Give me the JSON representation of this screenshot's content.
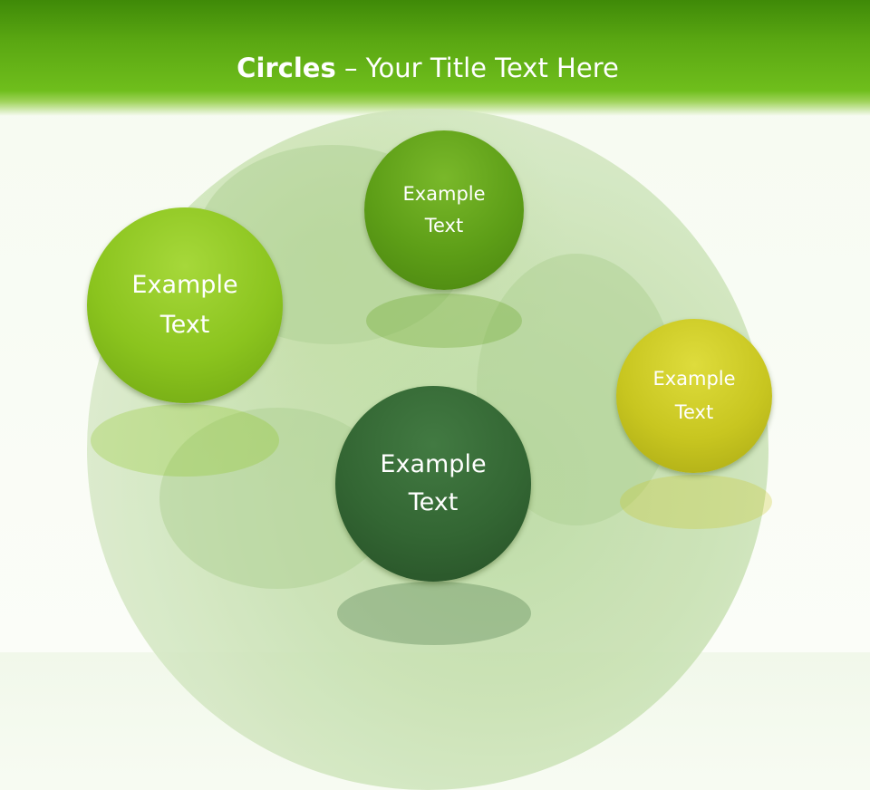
{
  "slide": {
    "title_bold": "Circles",
    "title_rest": " – Your Title Text Here"
  },
  "circles": [
    {
      "label": "Example\nText",
      "color": "#8bc41e"
    },
    {
      "label": "Example\nText",
      "color": "#5d9e17"
    },
    {
      "label": "Example\nText",
      "color": "#c8c620"
    },
    {
      "label": "Example\nText",
      "color": "#336633"
    }
  ],
  "colors": {
    "header_dark": "#3f8a08",
    "header_light": "#6fbe1c",
    "background": "#f7fbf2"
  }
}
